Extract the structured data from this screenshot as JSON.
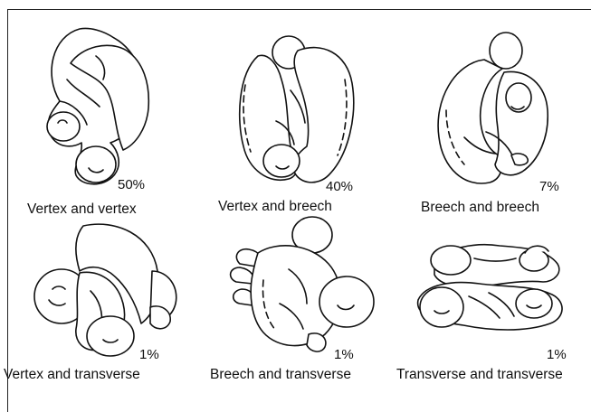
{
  "figure": {
    "panels": [
      {
        "key": "vv",
        "caption": "Vertex and vertex",
        "percent": "50%",
        "illustration": "twin-fetuses-vertex-vertex"
      },
      {
        "key": "vb",
        "caption": "Vertex and breech",
        "percent": "40%",
        "illustration": "twin-fetuses-vertex-breech"
      },
      {
        "key": "bb",
        "caption": "Breech and breech",
        "percent": "7%",
        "illustration": "twin-fetuses-breech-breech"
      },
      {
        "key": "vt",
        "caption": "Vertex and transverse",
        "percent": "1%",
        "illustration": "twin-fetuses-vertex-transverse"
      },
      {
        "key": "bt",
        "caption": "Breech and transverse",
        "percent": "1%",
        "illustration": "twin-fetuses-breech-transverse"
      },
      {
        "key": "tt",
        "caption": "Transverse and transverse",
        "percent": "1%",
        "illustration": "twin-fetuses-transverse-transverse"
      }
    ]
  }
}
